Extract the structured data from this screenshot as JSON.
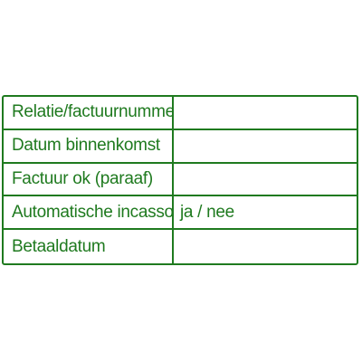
{
  "stamp": {
    "color": "#1f7a1f",
    "rows": [
      {
        "label": "Relatie/factuurnummer",
        "value": ""
      },
      {
        "label": "Datum binnenkomst",
        "value": ""
      },
      {
        "label": "Factuur ok (paraaf)",
        "value": ""
      },
      {
        "label": "Automatische incasso",
        "value": "ja / nee"
      },
      {
        "label": "Betaaldatum",
        "value": ""
      }
    ]
  }
}
